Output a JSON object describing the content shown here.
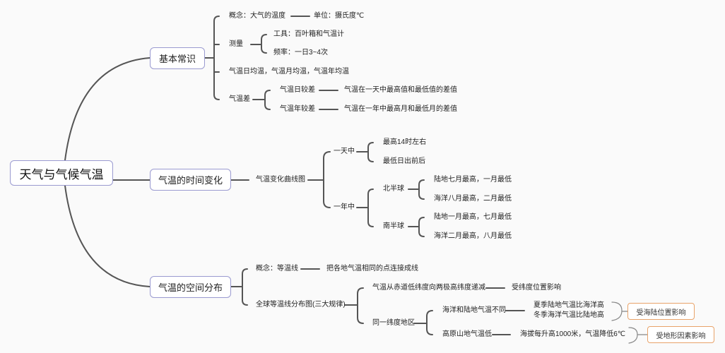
{
  "root": "天气与气候气温",
  "basic": {
    "label": "基本常识",
    "concept": "概念：大气的温度",
    "unit": "单位：摄氏度℃",
    "measure": "测量",
    "tool": "工具：百叶箱和气温计",
    "frequency": "频率：一日3~4次",
    "averages": "气温日均温，气温月均温，气温年均温",
    "range": "气温差",
    "daily_range": "气温日较差",
    "daily_range_def": "气温在一天中最高值和最低值的差值",
    "annual_range": "气温年较差",
    "annual_range_def": "气温在一年中最高月和最低月的差值"
  },
  "time": {
    "label": "气温的时间变化",
    "curve": "气温变化曲线图",
    "day": "一天中",
    "day_max": "最高14时左右",
    "day_min": "最低日出前后",
    "year": "一年中",
    "north": "北半球",
    "north_land": "陆地七月最高，一月最低",
    "north_ocean": "海洋八月最高，二月最低",
    "south": "南半球",
    "south_land": "陆地一月最高，七月最低",
    "south_ocean": "海洋二月最高，八月最低"
  },
  "space": {
    "label": "气温的空间分布",
    "isotherm": "概念：等温线",
    "isotherm_def": "把各地气温相同的点连接成线",
    "global": "全球等温线分布图(三大规律)",
    "lat_rule": "气温从赤道低纬度向两极高纬度递减",
    "lat_factor": "受纬度位置影响",
    "same_lat": "同一纬度地区",
    "sea_land": "海洋和陆地气温不同",
    "summer": "夏季陆地气温比海洋高",
    "winter": "冬季海洋气温比陆地高",
    "sea_land_note": "受海陆位置影响",
    "plateau": "高原山地气温低",
    "altitude": "海拔每升高1000米，气温降低6℃",
    "terrain_note": "受地形因素影响"
  }
}
